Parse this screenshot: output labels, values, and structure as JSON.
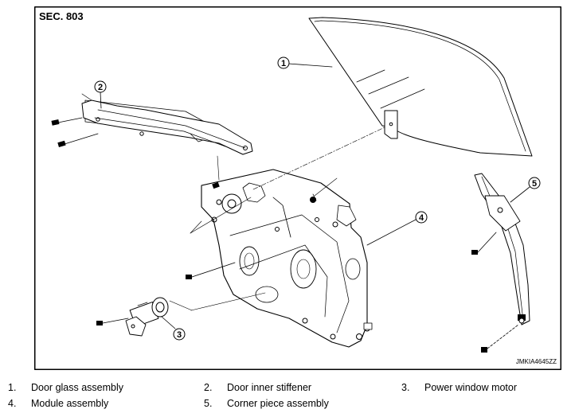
{
  "figure": {
    "section": "SEC. 803",
    "figure_id": "JMKIA4645ZZ",
    "callouts": [
      "1",
      "2",
      "3",
      "4",
      "5"
    ]
  },
  "legend": [
    {
      "num": "1.",
      "label": "Door glass assembly"
    },
    {
      "num": "2.",
      "label": "Door inner stiffener"
    },
    {
      "num": "3.",
      "label": "Power window motor"
    },
    {
      "num": "4.",
      "label": "Module assembly"
    },
    {
      "num": "5.",
      "label": "Corner piece assembly"
    }
  ]
}
